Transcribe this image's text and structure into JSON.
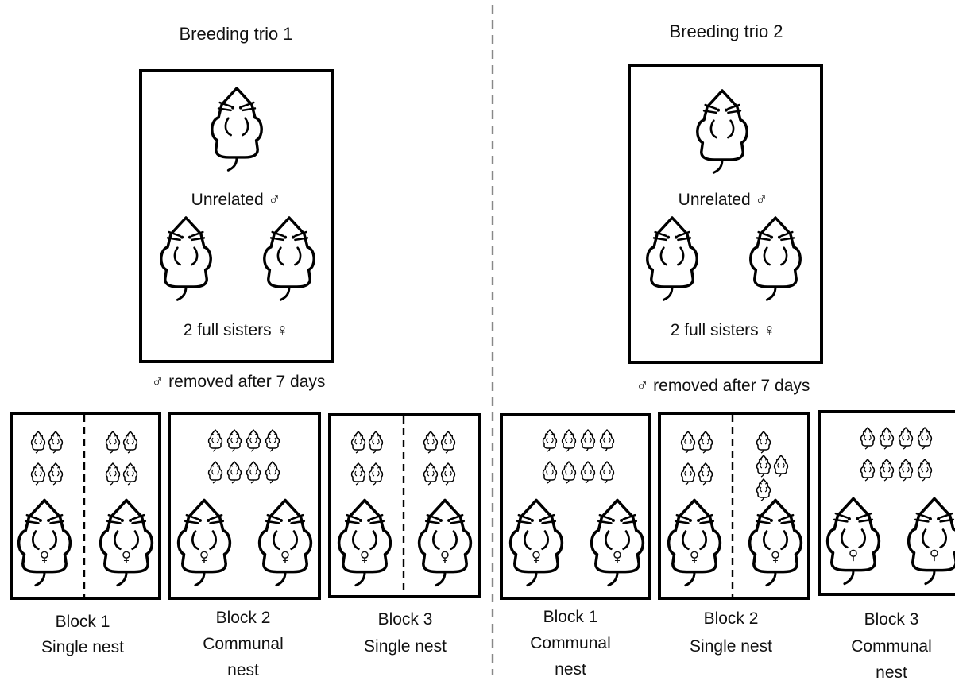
{
  "trios": [
    {
      "title": "Breeding trio 1",
      "male_label": "Unrelated ♂",
      "female_label": "2 full sisters ♀",
      "removal_note": "♂ removed after 7 days",
      "blocks": [
        {
          "label": "Block 1",
          "nest_lines": [
            "Single nest"
          ],
          "nest_type": "single"
        },
        {
          "label": "Block 2",
          "nest_lines": [
            "Communal",
            "nest"
          ],
          "nest_type": "communal"
        },
        {
          "label": "Block 3",
          "nest_lines": [
            "Single nest"
          ],
          "nest_type": "single"
        }
      ]
    },
    {
      "title": "Breeding trio 2",
      "male_label": "Unrelated ♂",
      "female_label": "2 full sisters ♀",
      "removal_note": "♂ removed after 7 days",
      "blocks": [
        {
          "label": "Block 1",
          "nest_lines": [
            "Communal",
            "nest"
          ],
          "nest_type": "communal"
        },
        {
          "label": "Block 2",
          "nest_lines": [
            "Single nest"
          ],
          "nest_type": "single"
        },
        {
          "label": "Block 3",
          "nest_lines": [
            "Communal",
            "nest"
          ],
          "nest_type": "communal"
        }
      ]
    }
  ],
  "female_symbol": "♀",
  "icons": {
    "adult": "mouse-icon",
    "pup": "pup-icon"
  }
}
